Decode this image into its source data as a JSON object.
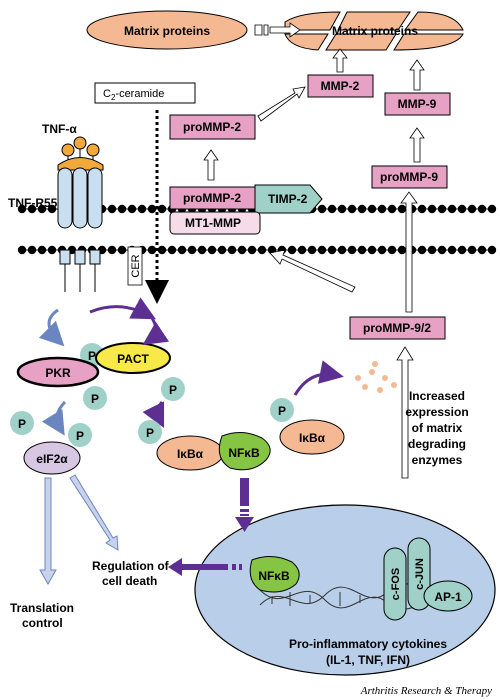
{
  "colors": {
    "pink_box": "#e6a1c4",
    "peach": "#f4b893",
    "teal": "#9fd1c9",
    "green": "#86c443",
    "yellow": "#f7e94a",
    "purple": "#5d2f93",
    "nucleus": "#b9cee9",
    "elf_fill": "#d7c7e3",
    "light_blue_arrow": "#c6d3ea"
  },
  "labels": {
    "matrix_proteins_left": "Matrix proteins",
    "matrix_proteins_right": "Matrix proteins",
    "c2_ceramide_main": "C",
    "c2_ceramide_sub": "2",
    "c2_ceramide_rest": "-ceramide",
    "tnf_alpha": "TNF-α",
    "tnf_r55": "TNF-R55",
    "cer": "CER",
    "mmp2": "MMP-2",
    "mmp9": "MMP-9",
    "prommp2_top": "proMMP-2",
    "prommp2_complex": "proMMP-2",
    "timp2": "TIMP-2",
    "mt1mmp": "MT1-MMP",
    "prommp9": "proMMP-9",
    "prommp92": "proMMP-9/2",
    "pact": "PACT",
    "pkr": "PKR",
    "p": "P",
    "elf2a": "eIF2α",
    "ikba": "IκBα",
    "nfkb": "NFκB",
    "increased_expression": [
      "Increased",
      "expression",
      "of matrix",
      "degrading",
      "enzymes"
    ],
    "regulation": [
      "Regulation of",
      "cell death"
    ],
    "translation": [
      "Translation",
      "control"
    ],
    "cfos": "c-FOS",
    "cjun": "c-JUN",
    "ap1": "AP-1",
    "cytokines_1": "Pro-inflammatory cytokines",
    "cytokines_2": "(IL-1, TNF, IFN)",
    "credit": "Arthritis Research & Therapy"
  }
}
